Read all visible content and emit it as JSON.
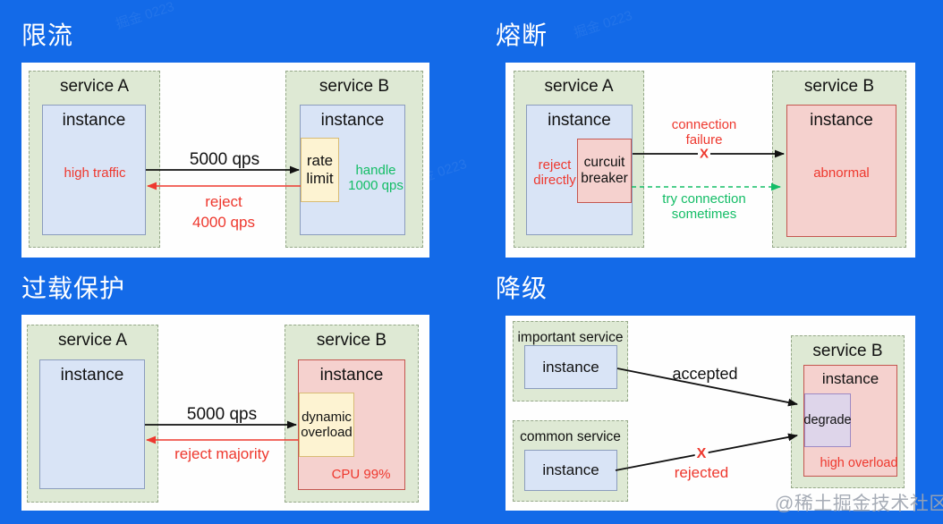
{
  "colors": {
    "background": "#136ae8",
    "panel": "#fefefe",
    "service_box_fill": "#dee9d4",
    "service_box_border": "#95a888",
    "instance_blue_fill": "#d9e4f6",
    "instance_pink_fill": "#f5d1ce",
    "highlight_yellow_fill": "#fdf3d2",
    "degrade_purple_fill": "#ded5ea",
    "alert_red": "#ee382e",
    "ok_green": "#13bd66"
  },
  "watermarks": {
    "main": "@稀土掘金技术社区",
    "faint": "掘金 0223"
  },
  "rate_limit": {
    "title": "限流",
    "service_a_label": "service A",
    "service_a_instance": "instance",
    "service_a_note": "high traffic",
    "service_b_label": "service B",
    "service_b_instance": "instance",
    "rate_limit_box": "rate\nlimit",
    "service_b_note": "handle\n1000 qps",
    "forward_label": "5000 qps",
    "back_label": "reject\n4000 qps"
  },
  "circuit_break": {
    "title": "熔断",
    "service_a_label": "service A",
    "service_a_instance": "instance",
    "reject_note": "reject\ndirectly",
    "breaker_box": "curcuit\nbreaker",
    "failure_label": "connection\nfailure",
    "failure_mark": "X",
    "retry_label": "try connection\nsometimes",
    "service_b_label": "service B",
    "service_b_instance": "instance",
    "service_b_note": "abnormal"
  },
  "overload_protect": {
    "title": "过载保护",
    "service_a_label": "service A",
    "service_a_instance": "instance",
    "service_b_label": "service B",
    "service_b_instance": "instance",
    "overload_box": "dynamic\noverload",
    "service_b_note": "CPU 99%",
    "forward_label": "5000 qps",
    "back_label": "reject majority"
  },
  "degrade": {
    "title": "降级",
    "important_service_label": "important service",
    "important_instance": "instance",
    "common_service_label": "common service",
    "common_instance": "instance",
    "service_b_label": "service B",
    "service_b_instance": "instance",
    "degrade_box": "degrade",
    "service_b_note": "high overload",
    "accepted_label": "accepted",
    "rejected_label": "rejected",
    "rejected_mark": "X"
  }
}
